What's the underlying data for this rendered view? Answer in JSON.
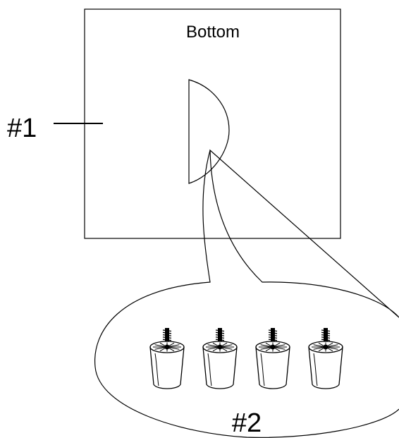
{
  "labels": {
    "panel_side": "Bottom",
    "part_one": "#1",
    "part_two": "#2"
  },
  "icons": {
    "part_shape": "half-circle-outline",
    "callout_item": "screw-in-furniture-leg"
  },
  "callout": {
    "item_count": 4
  },
  "colors": {
    "line": "#000000",
    "background": "#ffffff"
  }
}
